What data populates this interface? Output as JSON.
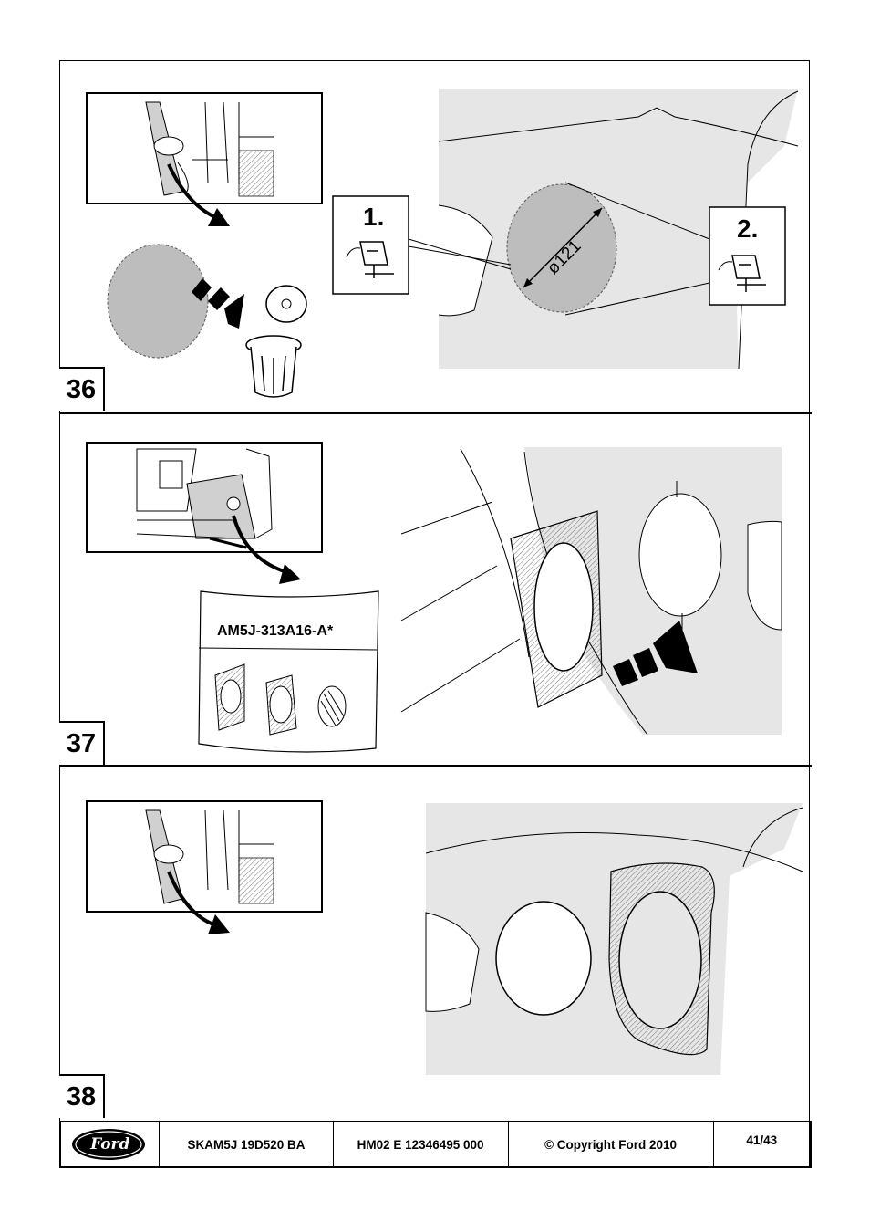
{
  "steps": [
    {
      "number": "36"
    },
    {
      "number": "37"
    },
    {
      "number": "38"
    }
  ],
  "step36": {
    "cut_step_1": "1.",
    "cut_step_2": "2.",
    "diameter": "ø121"
  },
  "step37": {
    "part_number": "AM5J-313A16-A*"
  },
  "footer": {
    "logo_text": "Ford",
    "doc_number": "SKAM5J 19D520 BA",
    "hm_code": "HM02 E 12346495 000",
    "copyright": "© Copyright Ford 2010",
    "page": "41/43"
  },
  "colors": {
    "panel_gray": "#e6e6e6",
    "cut_gray": "#bdbdbd",
    "line": "#000000"
  }
}
